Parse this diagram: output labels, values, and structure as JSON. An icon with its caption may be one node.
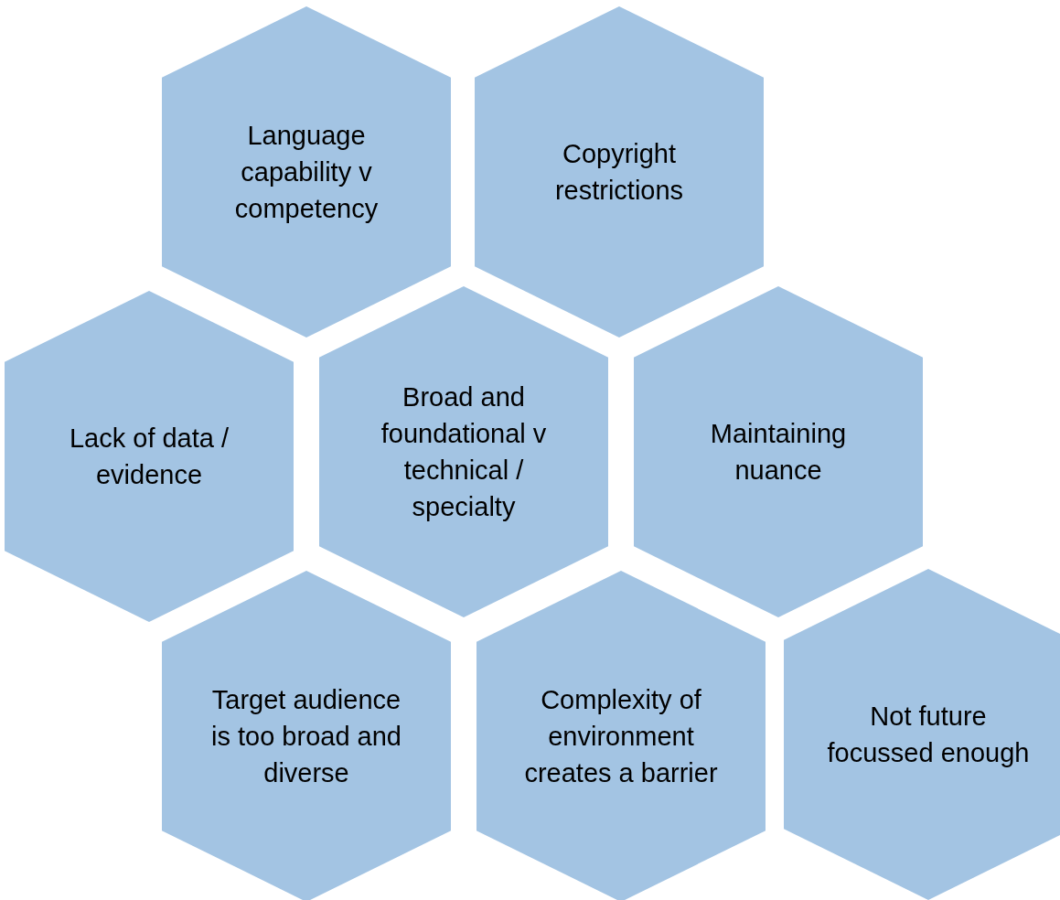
{
  "diagram": {
    "nodes": [
      {
        "text": [
          "Language capability v competency"
        ]
      },
      {
        "text": [
          "Copyright restrictions"
        ]
      },
      {
        "text": [
          "Lack of data / evidence"
        ]
      },
      {
        "text": [
          "Broad and foundational v technical / specialty"
        ]
      },
      {
        "text": [
          "Maintaining nuance"
        ]
      },
      {
        "text": [
          "Target audience is too broad and diverse"
        ]
      },
      {
        "text": [
          "Complexity of environment creates a barrier"
        ]
      },
      {
        "text": [
          "Not future focussed enough"
        ]
      }
    ]
  }
}
